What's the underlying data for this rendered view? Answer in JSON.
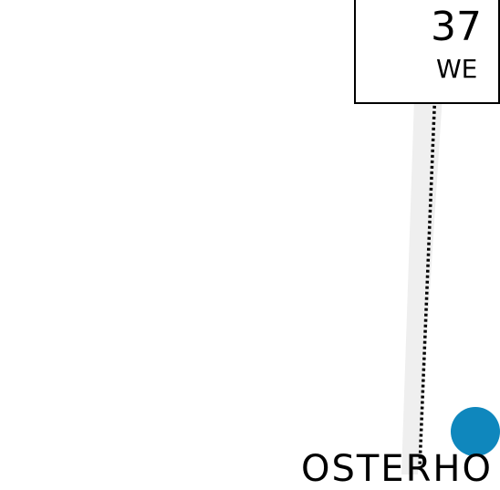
{
  "map": {
    "colors": {
      "background": "#ffffff",
      "road": "#efefef",
      "path": "#000000",
      "marker": "#0f87bd",
      "box_border": "#000000"
    },
    "label_box": {
      "number": "37",
      "subtitle": "WE"
    },
    "marker": {
      "icon": "location-dot-icon"
    },
    "place_name": "OSTERHO"
  }
}
